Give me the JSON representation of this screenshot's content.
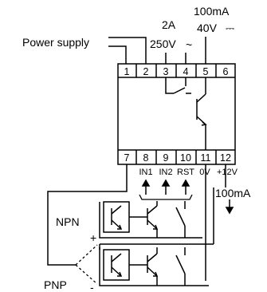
{
  "labels": {
    "power_supply": "Power supply",
    "current_2a": "2A",
    "voltage_250v": "250V",
    "ac_symbol": "~",
    "current_100ma_top": "100mA",
    "voltage_40v": "40V",
    "dc_symbol": "⎓",
    "current_100ma_right": "100mA",
    "npn": "NPN",
    "pnp": "PNP",
    "plus": "+",
    "minus": "-"
  },
  "terminals_top": [
    "1",
    "2",
    "3",
    "4",
    "5",
    "6"
  ],
  "terminals_bottom": [
    "7",
    "8",
    "9",
    "10",
    "11",
    "12"
  ],
  "signals": [
    "IN1",
    "IN2",
    "RST",
    "0V",
    "+12V"
  ]
}
